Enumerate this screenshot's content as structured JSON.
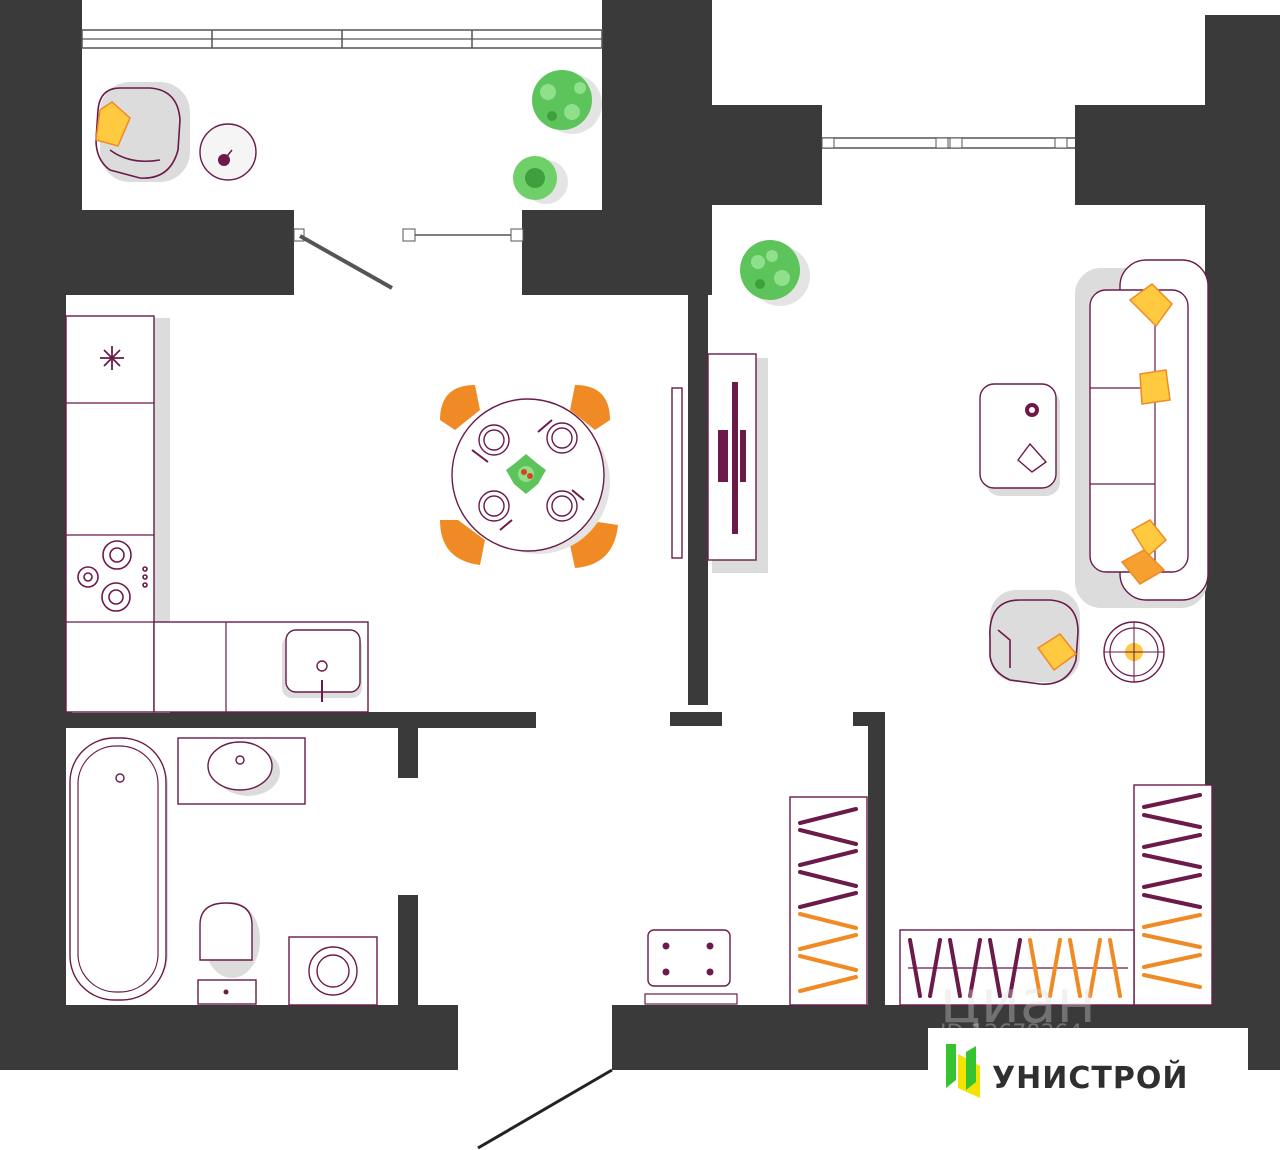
{
  "brand": {
    "name": "УНИСТРОЙ",
    "logo_colors": [
      "#35c42f",
      "#f2e400"
    ],
    "text_color": "#2f2f2f"
  },
  "watermark": {
    "text": "циан",
    "id": "ID 12678364"
  },
  "colors": {
    "wall": "#3a3a3a",
    "outline": "#6b1a4a",
    "accent_orange": "#f08a24",
    "accent_yellow": "#ffc940",
    "plant_green": "#5cc45a"
  },
  "rooms": [
    "balcony",
    "kitchen-dining",
    "living-room",
    "bathroom",
    "hallway"
  ]
}
